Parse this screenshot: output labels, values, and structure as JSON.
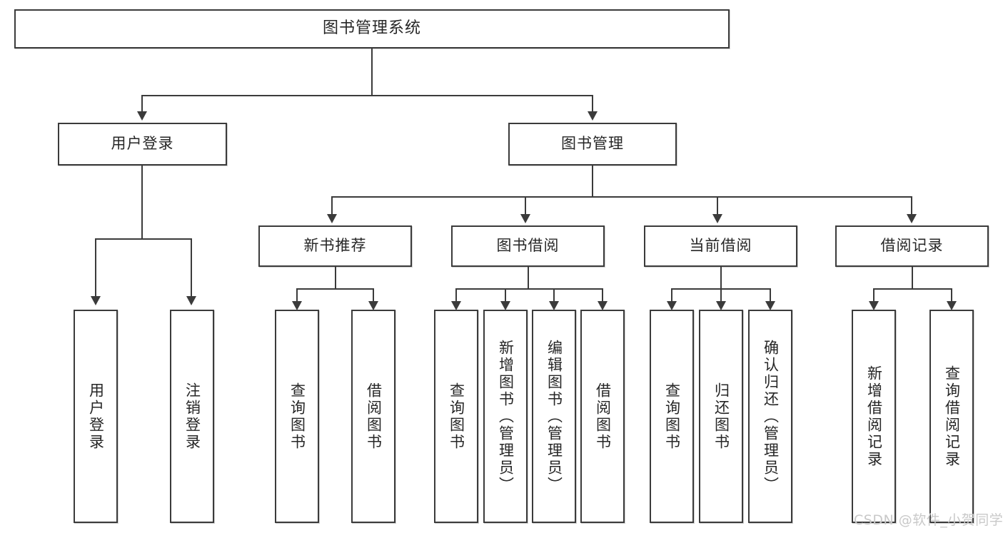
{
  "diagram": {
    "title": "图书管理系统",
    "type": "tree-structure-chart",
    "watermark": "CSDN @软件_小贺同学"
  },
  "nodes": {
    "root": {
      "label": "图书管理系统"
    },
    "level1": [
      {
        "label": "用户登录"
      },
      {
        "label": "图书管理"
      }
    ],
    "level2": [
      {
        "label": "新书推荐"
      },
      {
        "label": "图书借阅"
      },
      {
        "label": "当前借阅"
      },
      {
        "label": "借阅记录"
      }
    ],
    "leaves": {
      "user_login": [
        {
          "label": "用户登录"
        },
        {
          "label": "注销登录"
        }
      ],
      "new_book_recommend": [
        {
          "label": "查询图书"
        },
        {
          "label": "借阅图书"
        }
      ],
      "book_borrow": [
        {
          "label": "查询图书"
        },
        {
          "label": "新增图书（管理员）"
        },
        {
          "label": "编辑图书（管理员）"
        },
        {
          "label": "借阅图书"
        }
      ],
      "current_borrow": [
        {
          "label": "查询图书"
        },
        {
          "label": "归还图书"
        },
        {
          "label": "确认归还（管理员）"
        }
      ],
      "borrow_record": [
        {
          "label": "新增借阅记录"
        },
        {
          "label": "查询借阅记录"
        }
      ]
    }
  },
  "colors": {
    "stroke": "#3b3b3b",
    "background": "#ffffff",
    "text": "#262626",
    "watermark": "#c9c9c9"
  }
}
